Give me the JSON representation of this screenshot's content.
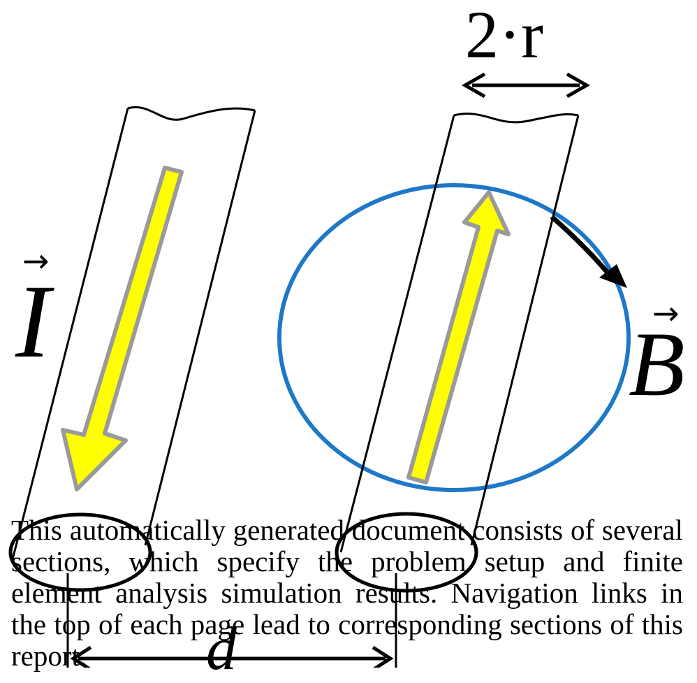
{
  "figure": {
    "labels": {
      "width_label": "2·r",
      "current_label": "I",
      "field_label": "B",
      "distance_label": "d",
      "vector_arrow": "→"
    },
    "colors": {
      "current_arrow_fill": "#ffff00",
      "current_arrow_outline": "#999999",
      "field_loop": "#1e78c8",
      "stroke": "#000000",
      "background": "#ffffff"
    }
  },
  "caption": {
    "text": "This automatically generated document consists of several sections, which specify the problem setup and finite element analysis simulation results. Navigation links in the top of each page lead to corresponding sections of this report."
  }
}
